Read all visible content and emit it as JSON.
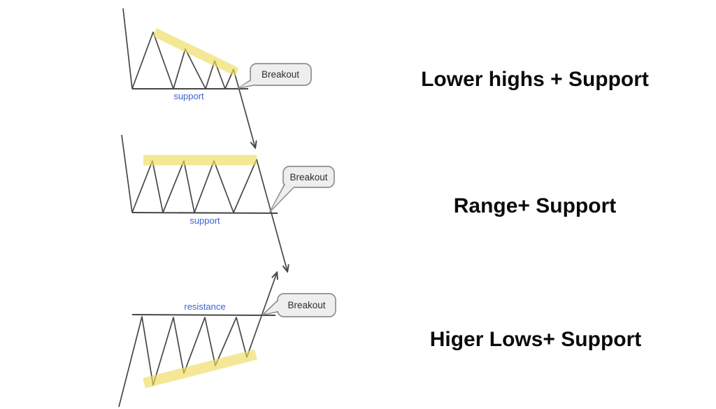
{
  "figure": {
    "background": "#ffffff",
    "line_color": "#474747",
    "highlight_color": "#f4e897",
    "level_label_color": "#3e63d4",
    "bubble_fill": "#eeeeee",
    "bubble_border": "#8f8f8f",
    "title_color": "#0b0b0b"
  },
  "patterns": [
    {
      "id": "lower-highs",
      "title": "Lower highs + Support",
      "floor_label": "support",
      "bubble_label": "Breakout",
      "breakout_direction": "down"
    },
    {
      "id": "range",
      "title": "Range+ Support",
      "floor_label": "support",
      "bubble_label": "Breakout",
      "breakout_direction": "down"
    },
    {
      "id": "higher-lows",
      "title": "Higer Lows+ Support",
      "ceiling_label": "resistance",
      "bubble_label": "Breakout",
      "breakout_direction": "up"
    }
  ]
}
